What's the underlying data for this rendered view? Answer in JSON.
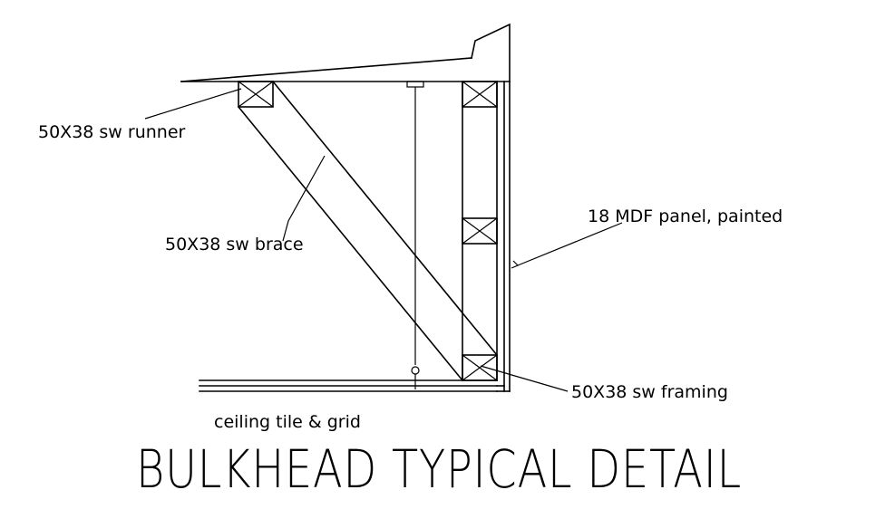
{
  "drawing": {
    "title": "BULKHEAD TYPICAL DETAIL",
    "annotations": {
      "runner": "50X38 sw runner",
      "brace": "50X38 sw brace",
      "panel": "18 MDF panel, painted",
      "framing": "50X38 sw framing",
      "ceiling": "ceiling tile & grid"
    },
    "colors": {
      "line": "#000000",
      "background": "#ffffff"
    }
  }
}
